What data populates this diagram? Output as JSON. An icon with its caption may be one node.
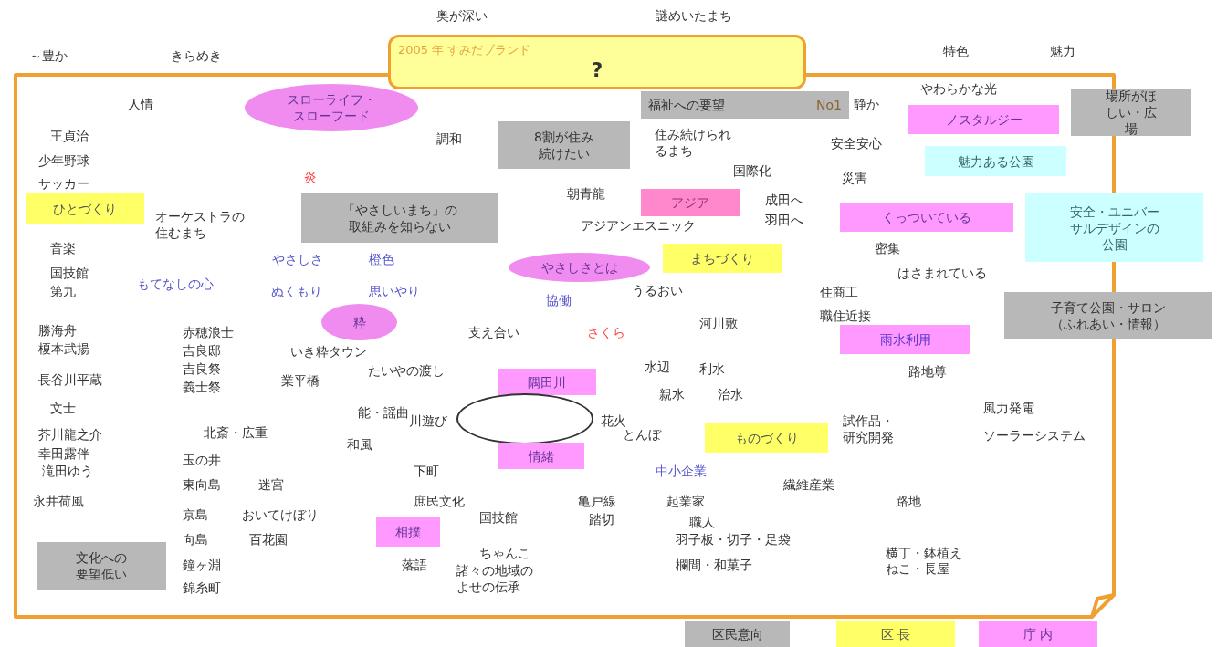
{
  "diagram": {
    "nodes": [
      {
        "text": [
          "2005 年 すみだブランド",
          "?"
        ]
      },
      {
        "text": [
          "スローライフ・スローフード"
        ]
      },
      {
        "text": [
          "福祉への要望",
          "No1"
        ]
      },
      {
        "text": [
          "ノスタルジー"
        ]
      },
      {
        "text": [
          "場所がほしい・広場"
        ]
      },
      {
        "text": [
          "8割が住み続けたい"
        ]
      },
      {
        "text": [
          "魅力ある公園"
        ]
      },
      {
        "text": [
          "ひとづくり"
        ]
      },
      {
        "text": [
          "「やさしいまち」の取組みを知らない"
        ]
      },
      {
        "text": [
          "アジア"
        ]
      },
      {
        "text": [
          "くっついている"
        ]
      },
      {
        "text": [
          "安全・ユニバーサルデザインの公園"
        ]
      },
      {
        "text": [
          "まちづくり"
        ]
      },
      {
        "text": [
          "やさしさとは"
        ]
      },
      {
        "text": [
          "子育て公園・サロン（ふれあい・情報）"
        ]
      },
      {
        "text": [
          "粋"
        ]
      },
      {
        "text": [
          "雨水利用"
        ]
      },
      {
        "text": [
          "隅田川"
        ]
      },
      {
        "text": [],
        "shape": "ellipse"
      },
      {
        "text": [
          "情緒"
        ]
      },
      {
        "text": [
          "ものづくり"
        ]
      },
      {
        "text": [
          "相撲"
        ]
      },
      {
        "text": [
          "文化への要望低い"
        ]
      },
      {
        "text": [
          "区民意向"
        ]
      },
      {
        "text": [
          "区 長"
        ]
      },
      {
        "text": [
          "庁 内"
        ]
      }
    ],
    "labels": [
      "奥が深い",
      "謎めいたまち",
      "～豊か",
      "きらめき",
      "特色",
      "魅力",
      "やわらかな光",
      "人情",
      "静か",
      "王貞治",
      "調和",
      "住み続けられるまち",
      "安全安心",
      "少年野球",
      "国際化",
      "炎",
      "災害",
      "サッカー",
      "朝青龍",
      "成田へ",
      "オーケストラの住むまち",
      "羽田へ",
      "アジアンエスニック",
      "音楽",
      "密集",
      "やさしさ",
      "橙色",
      "国技館",
      "はさまれている",
      "もてなしの心",
      "第九",
      "ぬくもり",
      "思いやり",
      "うるおい",
      "住商工",
      "協働",
      "職住近接",
      "河川敷",
      "勝海舟",
      "赤穂浪士",
      "支え合い",
      "さくら",
      "榎本武揚",
      "吉良邸",
      "いき粋タウン",
      "吉良祭",
      "たいやの渡し",
      "水辺",
      "利水",
      "路地尊",
      "長谷川平蔵",
      "業平橋",
      "義士祭",
      "親水",
      "治水",
      "文士",
      "能・謡曲",
      "風力発電",
      "川遊び",
      "花火",
      "芥川龍之介",
      "北斎・広重",
      "とんぼ",
      "試作品・研究開発",
      "ソーラーシステム",
      "和風",
      "幸田露伴",
      "玉の井",
      "滝田ゆう",
      "下町",
      "中小企業",
      "東向島",
      "迷宮",
      "繊維産業",
      "永井荷風",
      "庶民文化",
      "亀戸線",
      "起業家",
      "路地",
      "京島",
      "おいてけぼり",
      "国技館",
      "踏切",
      "職人",
      "向島",
      "百花園",
      "羽子板・切子・足袋",
      "ちゃんこ",
      "横丁・鉢植え",
      "鐘ヶ淵",
      "落語",
      "諸々の地域のよせの伝承",
      "欄間・和菓子",
      "ねこ・長屋",
      "錦糸町"
    ]
  }
}
